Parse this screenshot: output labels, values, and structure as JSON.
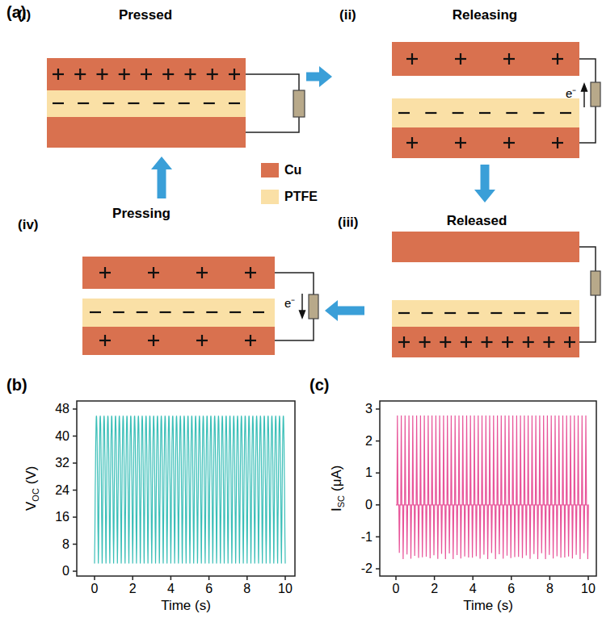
{
  "diagram": {
    "nodes": [
      {
        "text": [
          "(i)",
          "Pressed"
        ]
      },
      {
        "text": [
          "(ii)",
          "Releasing"
        ]
      },
      {
        "text": [
          "(iii)",
          "Released"
        ]
      },
      {
        "text": [
          "(iv)",
          "Pressing"
        ]
      }
    ],
    "edges": [
      {
        "from": 0,
        "to": 1,
        "arrow": "to"
      },
      {
        "from": 1,
        "to": 2,
        "arrow": "to"
      },
      {
        "from": 2,
        "to": 3,
        "arrow": "to"
      },
      {
        "from": 3,
        "to": 0,
        "arrow": "to"
      }
    ],
    "labels": [
      "(a)",
      "(b)",
      "(c)",
      "e⁻",
      "e⁻",
      "48",
      "40",
      "32",
      "24",
      "16",
      "8",
      "0",
      "0",
      "2",
      "4",
      "6",
      "8",
      "10",
      "V",
      "OC",
      "(V)",
      "Time (s)",
      "3",
      "2",
      "1",
      "0",
      "-1",
      "-2",
      "0",
      "2",
      "4",
      "6",
      "8",
      "10",
      "I",
      "SC",
      "(μA)",
      "Time (s)"
    ],
    "legend": [
      {
        "text": "Cu",
        "color": "#d9714f"
      },
      {
        "text": "PTFE",
        "color": "#fae0a6"
      }
    ]
  }
}
